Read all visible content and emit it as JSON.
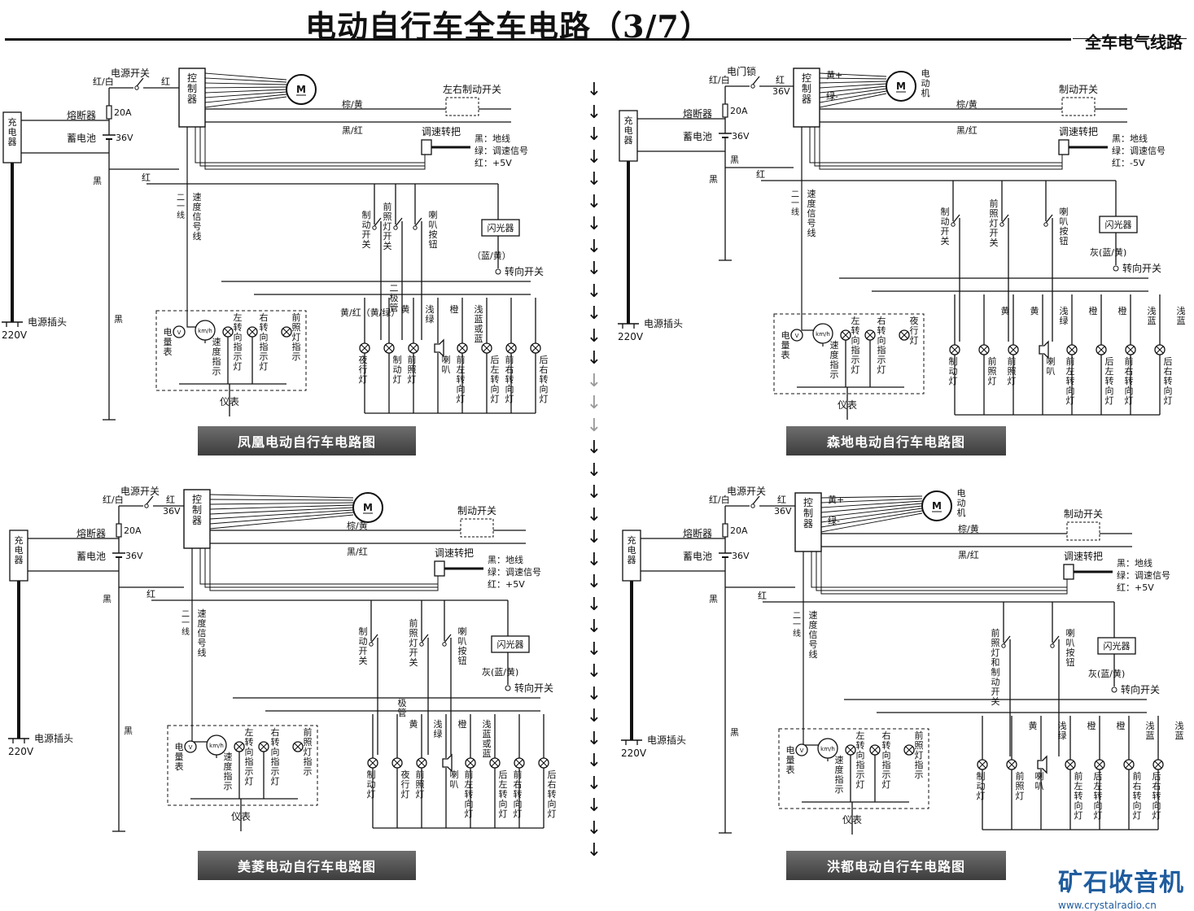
{
  "header": {
    "title": "电动自行车全车电路（3/7）",
    "section": "全车电气线路"
  },
  "diagrams": [
    {
      "name": "凤凰电动自行车电路图",
      "labels": {
        "charger": "充电器",
        "plug": "电源插头",
        "ac": "220V",
        "fuse": "熔断器",
        "fuse_rating": "20A",
        "battery": "蓄电池",
        "volt": "36V",
        "switch": "电源开关",
        "controller": "控制器",
        "motor": "M",
        "brake_sw": "左右制动开关",
        "throttle": "调速转把",
        "throttle_notes": [
          "黑：地线",
          "绿：调速信号",
          "红：+5V"
        ],
        "flasher": "闪光器",
        "turn_sw": "转向开关",
        "gauge": "仪表",
        "w_red_white": "红/白",
        "w_red": "红",
        "w_black": "黑",
        "w_brown_yellow": "棕/黄",
        "w_black_red": "黑/红",
        "w_blue_yellow": "（蓝/黄）",
        "w_speed": "速度信号线",
        "w_two": "二一线",
        "brake_switch": "制动开关",
        "light_switch": "前照灯开关",
        "horn_btn": "喇叭按钮",
        "voltmeter": "电量表",
        "speed_ind": "速度指示",
        "l_ind": "左转向指示灯",
        "r_ind": "右转向指示灯",
        "head_ind": "前照灯指示",
        "diode": "二极管",
        "yellow_red": "黄/红（黄/绿）",
        "loads": [
          "夜行灯",
          "制动灯",
          "前照灯",
          "喇叭",
          "前左转向灯",
          "后左转向灯",
          "前右转向灯",
          "后右转向灯"
        ],
        "load_wires": [
          "黄",
          "浅绿",
          "橙",
          "浅蓝或蓝"
        ]
      }
    },
    {
      "name": "森地电动自行车电路图",
      "labels": {
        "charger": "充电器",
        "plug": "电源插头",
        "ac": "220V",
        "fuse": "熔断器",
        "fuse_rating": "20A",
        "battery": "蓄电池",
        "volt": "36V",
        "switch": "电门锁",
        "controller": "控制器",
        "motor": "M",
        "motor_label": "电动机",
        "w_yellow_plus": "黄+",
        "w_green_minus": "绿-",
        "brake_sw": "制动开关",
        "throttle": "调速转把",
        "throttle_notes": [
          "黑：地线",
          "绿：调速信号",
          "红：-5V"
        ],
        "flasher": "闪光器",
        "turn_sw": "转向开关",
        "gauge": "仪表",
        "w_red_white": "红/白",
        "w_red": "红",
        "w_black": "黑",
        "w_36": "36V",
        "w_brown_yellow": "棕/黄",
        "w_black_red": "黑/红",
        "w_grey_blue": "灰(蓝/黄)",
        "w_speed": "速度信号线",
        "w_two": "二一线",
        "brake_switch": "制动开关",
        "light_switch": "前照灯开关",
        "horn_btn": "喇叭按钮",
        "voltmeter": "电量表",
        "speed_ind": "速度指示",
        "l_ind": "左转向指示灯",
        "r_ind": "右转向指示灯",
        "night": "夜行灯",
        "loads": [
          "制动灯",
          "前照灯",
          "前照灯",
          "喇叭",
          "前左转向灯",
          "后左转向灯",
          "前右转向灯",
          "后右转向灯"
        ],
        "load_wires": [
          "黄",
          "黄",
          "浅绿",
          "橙",
          "橙",
          "浅蓝",
          "浅蓝"
        ]
      }
    },
    {
      "name": "美菱电动自行车电路图",
      "labels": {
        "charger": "充电器",
        "plug": "电源插头",
        "ac": "220V",
        "fuse": "熔断器",
        "fuse_rating": "20A",
        "battery": "蓄电池",
        "volt": "36V",
        "switch": "电源开关",
        "controller": "控制器",
        "motor": "M",
        "brake_sw": "制动开关",
        "throttle": "调速转把",
        "throttle_notes": [
          "黑：地线",
          "绿：调速信号",
          "红：+5V"
        ],
        "flasher": "闪光器",
        "turn_sw": "转向开关",
        "gauge": "仪表",
        "w_red_white": "红/白",
        "w_red": "红",
        "w_black": "黑",
        "w_36": "36V",
        "w_brown_yellow": "棕/黄",
        "w_black_red": "黑/红",
        "w_grey_blue": "灰(蓝/黄)",
        "w_speed": "速度信号线",
        "w_two": "二一线",
        "brake_switch": "制动开关",
        "light_switch": "前照灯开关",
        "horn_btn": "喇叭按钮",
        "voltmeter": "电量表",
        "speed_ind": "速度指示",
        "l_ind": "左转向指示灯",
        "r_ind": "右转向指示灯",
        "head_ind": "前照灯指示",
        "diode": "极管",
        "loads": [
          "制动灯",
          "夜行灯",
          "前照灯",
          "喇叭",
          "前左转向灯",
          "后左转向灯",
          "前右转向灯",
          "后右转向灯"
        ],
        "load_wires": [
          "黄",
          "浅绿",
          "橙",
          "浅蓝或蓝"
        ]
      }
    },
    {
      "name": "洪都电动自行车电路图",
      "labels": {
        "charger": "充电器",
        "plug": "电源插头",
        "ac": "220V",
        "fuse": "熔断器",
        "fuse_rating": "20A",
        "battery": "蓄电池",
        "volt": "36V",
        "switch": "电源开关",
        "controller": "控制器",
        "motor": "M",
        "motor_label": "电动机",
        "w_yellow_plus": "黄+",
        "w_green_minus": "绿-",
        "brake_sw": "制动开关",
        "throttle": "调速转把",
        "throttle_notes": [
          "黑：地线",
          "绿：调速信号",
          "红：+5V"
        ],
        "flasher": "闪光器",
        "turn_sw": "转向开关",
        "gauge": "仪表",
        "w_red_white": "红/白",
        "w_red": "红",
        "w_black": "黑",
        "w_36": "36V",
        "w_brown_yellow": "棕/黄",
        "w_black_red": "黑/红",
        "w_grey_blue": "灰(蓝/黄)",
        "w_speed": "速度信号线",
        "w_two": "二一线",
        "light_switch": "前照灯和制动开关",
        "horn_btn": "喇叭按钮",
        "voltmeter": "电量表",
        "speed_ind": "速度指示",
        "l_ind": "左转向指示灯",
        "r_ind": "右转向指示灯",
        "head_ind": "前照灯指示",
        "loads": [
          "制动灯",
          "前照灯",
          "喇叭",
          "前左转向灯",
          "后左转向灯",
          "前右转向灯",
          "后右转向灯"
        ],
        "load_wires": [
          "黄",
          "浅绿",
          "橙",
          "橙",
          "浅蓝",
          "浅蓝"
        ]
      }
    }
  ],
  "divider_arrows": [
    "↓",
    "↓",
    "↓",
    "↓",
    "↓",
    "↓",
    "↓",
    "↓",
    "↓",
    "↓",
    "↓",
    "↓",
    "↓",
    "↓",
    "↓",
    "↓",
    "↓",
    "↓",
    "↓",
    "↓",
    "↓",
    "↓",
    "↓",
    "↓",
    "↓",
    "↓",
    "↓",
    "↓",
    "↓",
    "↓",
    "↓",
    "↓",
    "↓",
    "↓",
    "↓"
  ],
  "watermark": {
    "brand": "矿石收音机",
    "url": "www.crystalradio.cn"
  }
}
